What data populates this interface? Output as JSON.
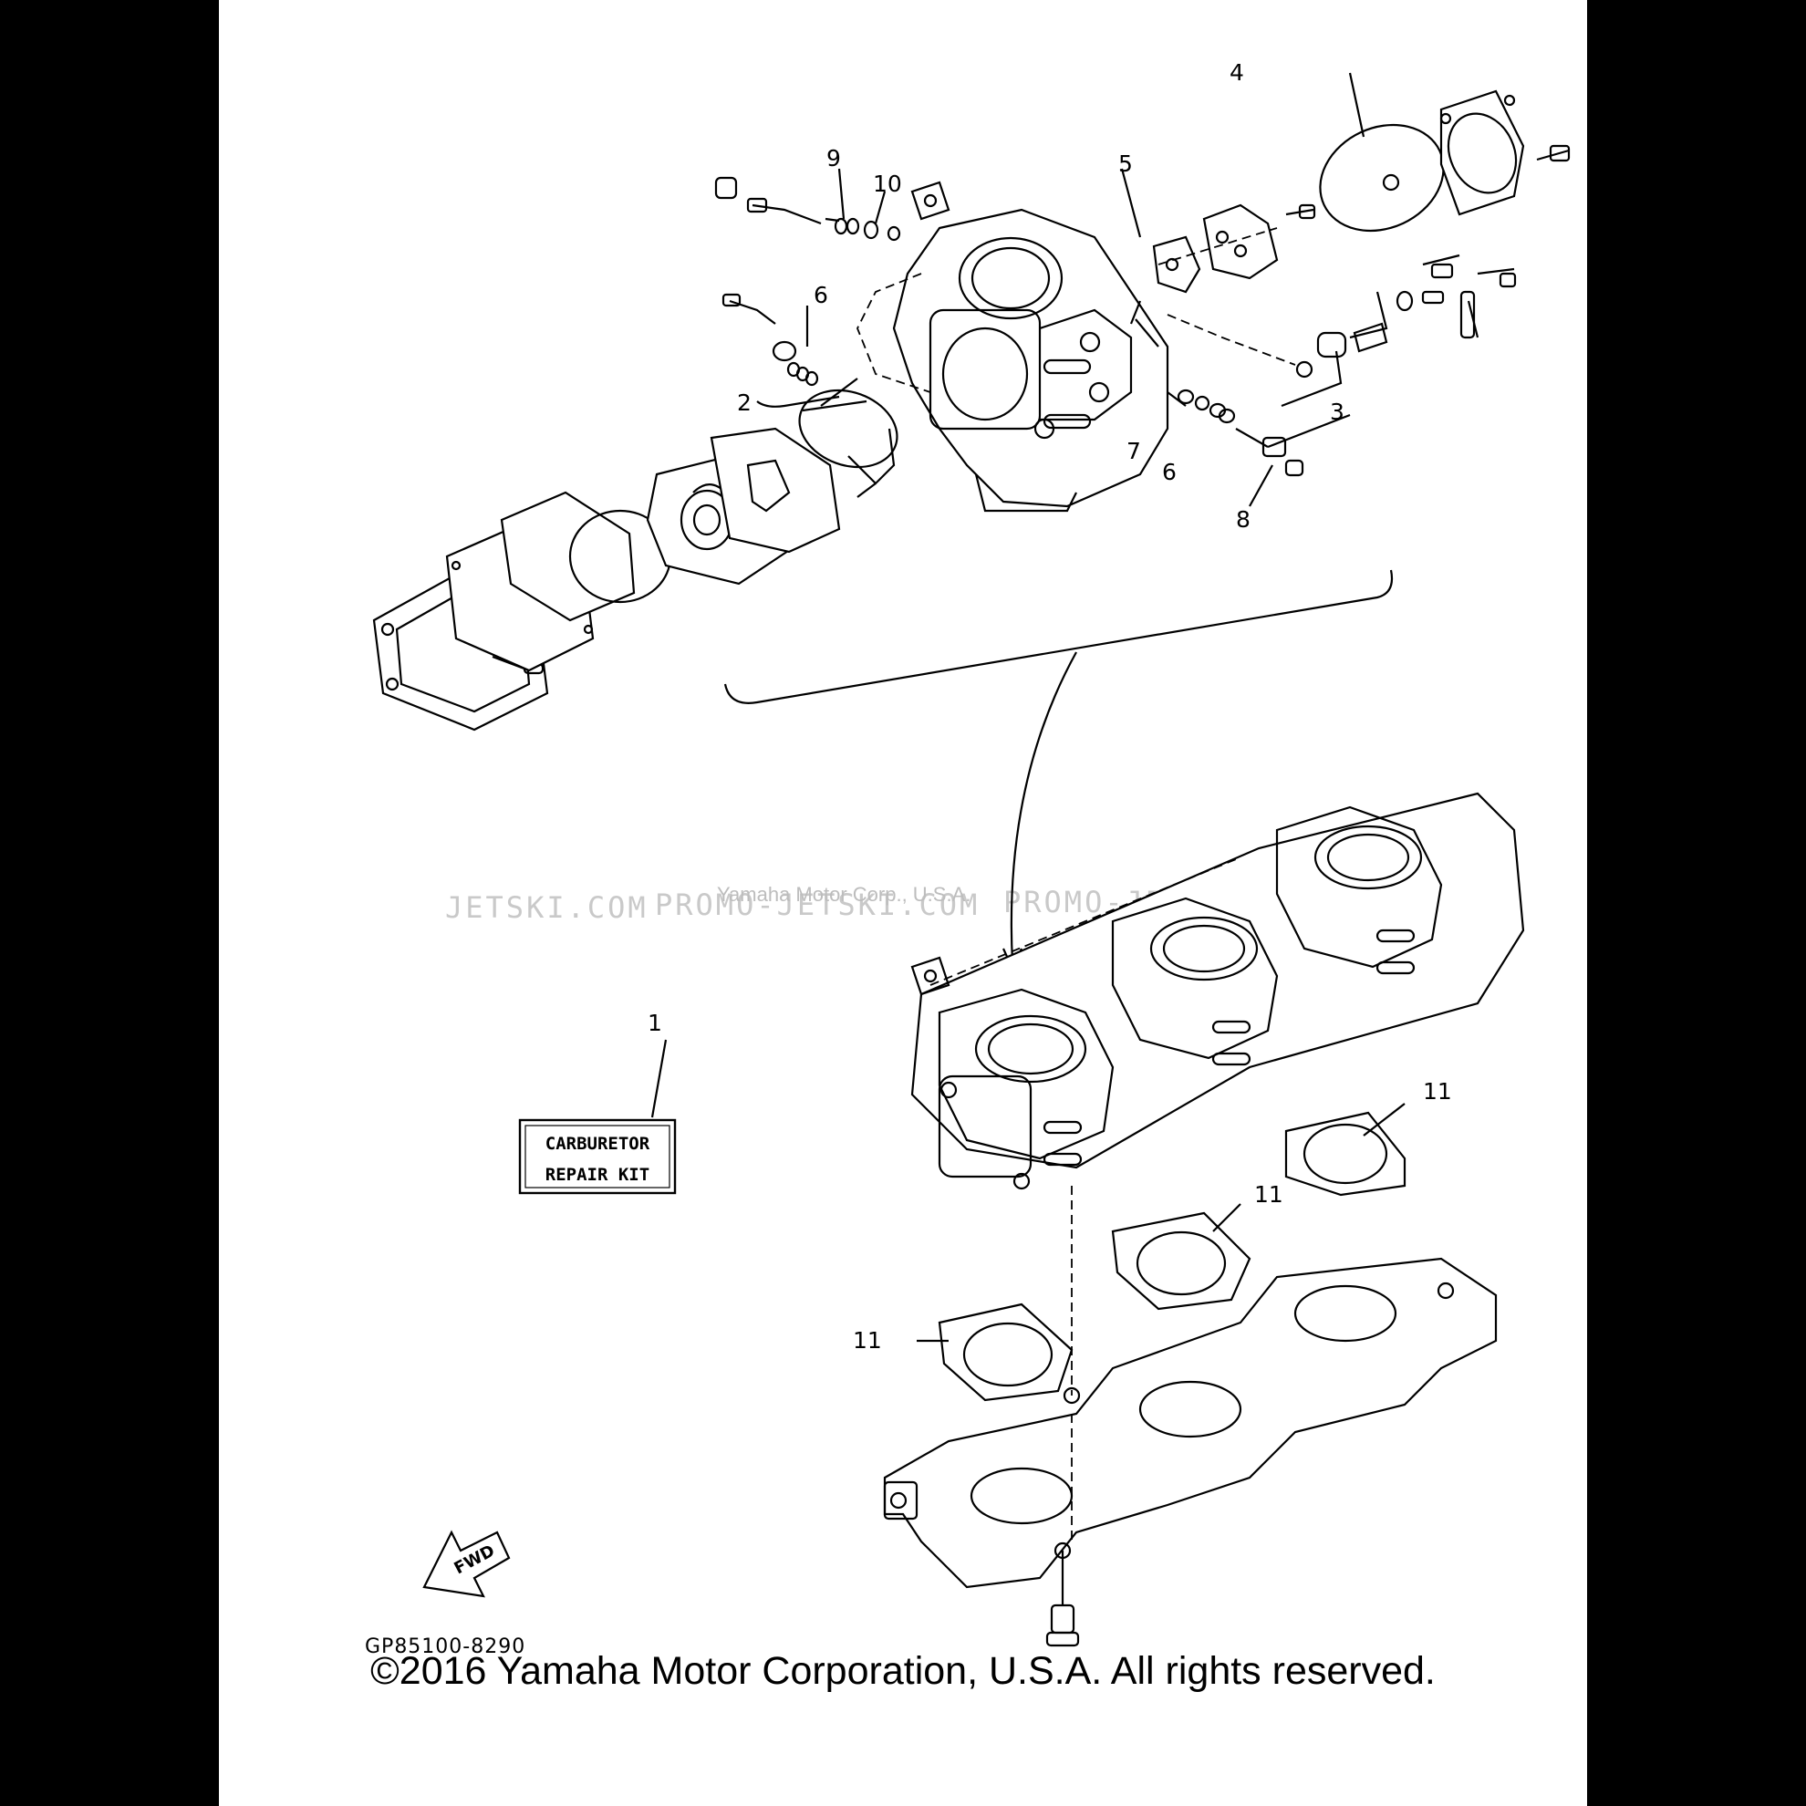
{
  "watermark": {
    "left": "JETSKI.COM",
    "center": "PROMO-JETSKI.COM",
    "right": "PROMO-JETSKI.COM",
    "overlay": "Yamaha Motor Corp., U.S.A."
  },
  "callouts": [
    "1",
    "2",
    "3",
    "4",
    "5",
    "6",
    "6",
    "7",
    "8",
    "9",
    "10",
    "11",
    "11",
    "11"
  ],
  "kit_label": {
    "line1": "CARBURETOR",
    "line2": "REPAIR KIT"
  },
  "fwd_label": "FWD",
  "diagram_code": "GP85100-8290",
  "copyright": "©2016 Yamaha Motor Corporation, U.S.A. All rights reserved."
}
